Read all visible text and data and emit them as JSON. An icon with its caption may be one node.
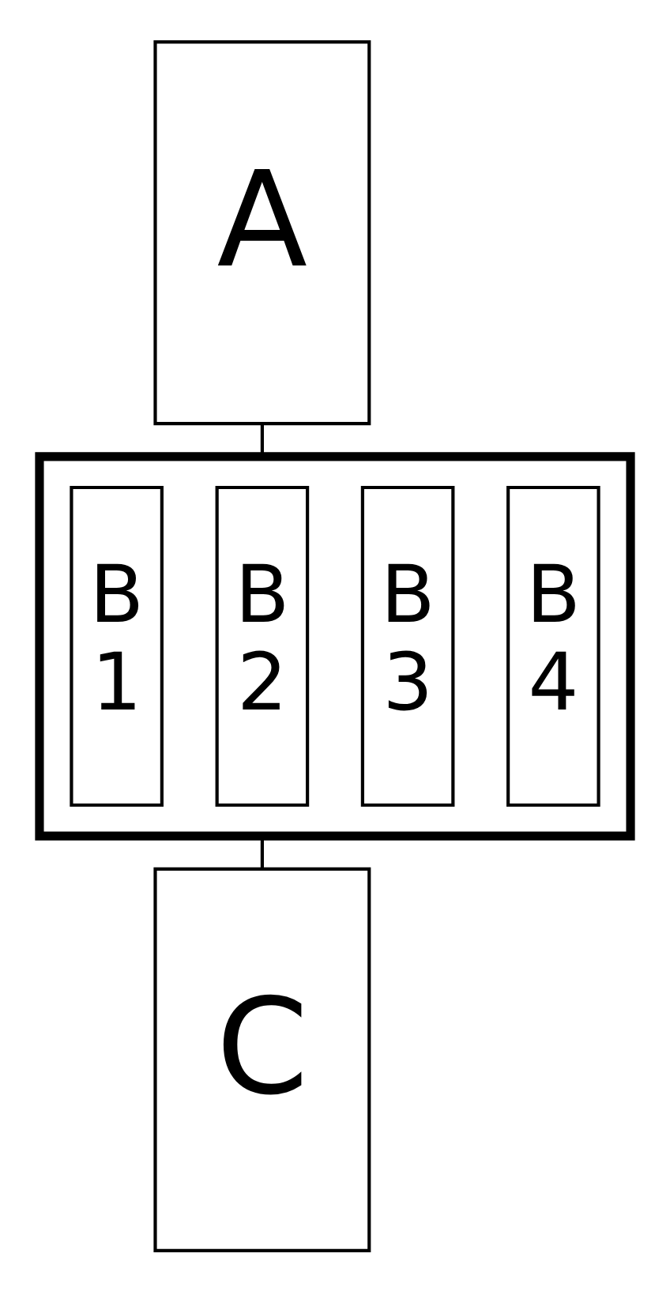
{
  "diagram": {
    "nodes": [
      {
        "text": [
          "A"
        ]
      },
      {
        "text": [],
        "shape": "box"
      },
      {
        "text": [
          "B 1"
        ],
        "in": 1
      },
      {
        "text": [
          "B 2"
        ],
        "in": 1
      },
      {
        "text": [
          "B 3"
        ],
        "in": 1
      },
      {
        "text": [
          "B 4"
        ],
        "in": 1
      },
      {
        "text": [
          "C"
        ]
      }
    ],
    "edges": [
      {
        "from": 0,
        "to": 1,
        "arrow": "none"
      },
      {
        "from": 1,
        "to": 6,
        "arrow": "none"
      }
    ]
  }
}
